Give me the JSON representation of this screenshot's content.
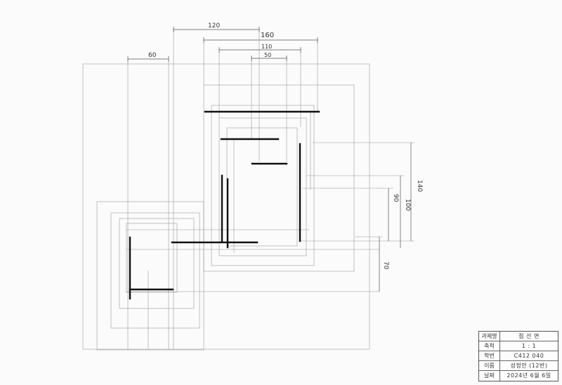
{
  "dimensions": {
    "d120": "120",
    "d160": "160",
    "d110": "110",
    "d50": "50",
    "d60": "60",
    "d140": "140",
    "d100": "100",
    "d90": "90",
    "d70": "70"
  },
  "title_block": {
    "rows": [
      {
        "label": "과제명",
        "value": "점 선 면"
      },
      {
        "label": "축척",
        "value": "1 : 1"
      },
      {
        "label": "학번",
        "value": "C412 040"
      },
      {
        "label": "이름",
        "value": "성정안 (12반)"
      },
      {
        "label": "날짜",
        "value": "2024년 6월 6일"
      }
    ]
  }
}
